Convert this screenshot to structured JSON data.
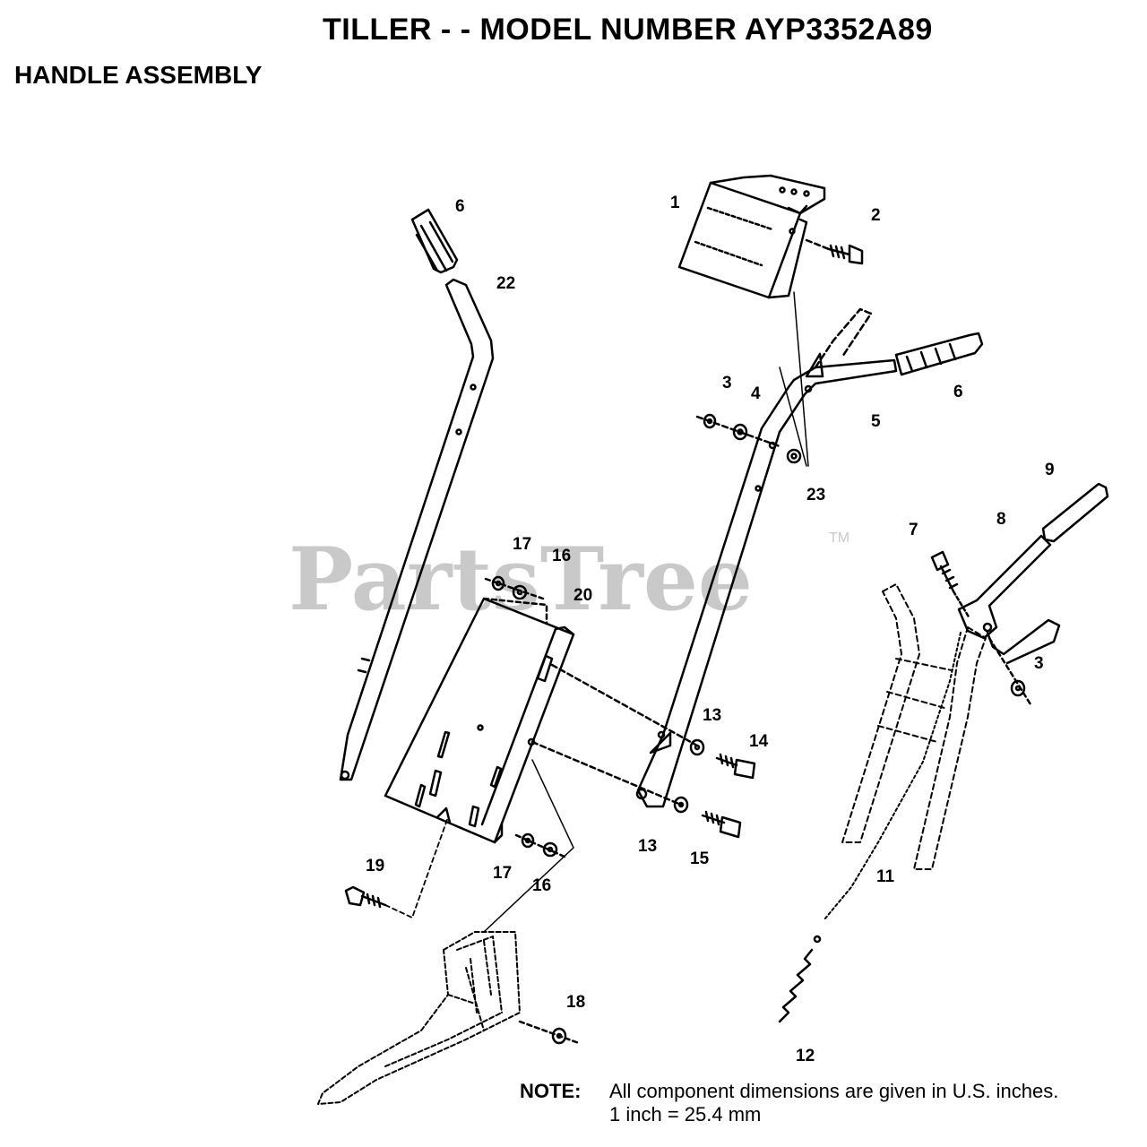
{
  "header": {
    "title": "TILLER - - MODEL NUMBER AYP3352A89",
    "section": "HANDLE ASSEMBLY"
  },
  "watermark": {
    "text": "PartsTree",
    "mark": "TM"
  },
  "callouts": {
    "c1": "1",
    "c2": "2",
    "c3a": "3",
    "c3b": "3",
    "c4": "4",
    "c5": "5",
    "c6a": "6",
    "c6b": "6",
    "c7": "7",
    "c8": "8",
    "c9": "9",
    "c11": "11",
    "c12": "12",
    "c13a": "13",
    "c13b": "13",
    "c14": "14",
    "c15": "15",
    "c16a": "16",
    "c16b": "16",
    "c17a": "17",
    "c17b": "17",
    "c18": "18",
    "c19": "19",
    "c20": "20",
    "c22": "22",
    "c23": "23"
  },
  "note": {
    "label": "NOTE:",
    "line1": "All component dimensions are given in U.S. inches.",
    "line2": "1 inch = 25.4 mm"
  }
}
